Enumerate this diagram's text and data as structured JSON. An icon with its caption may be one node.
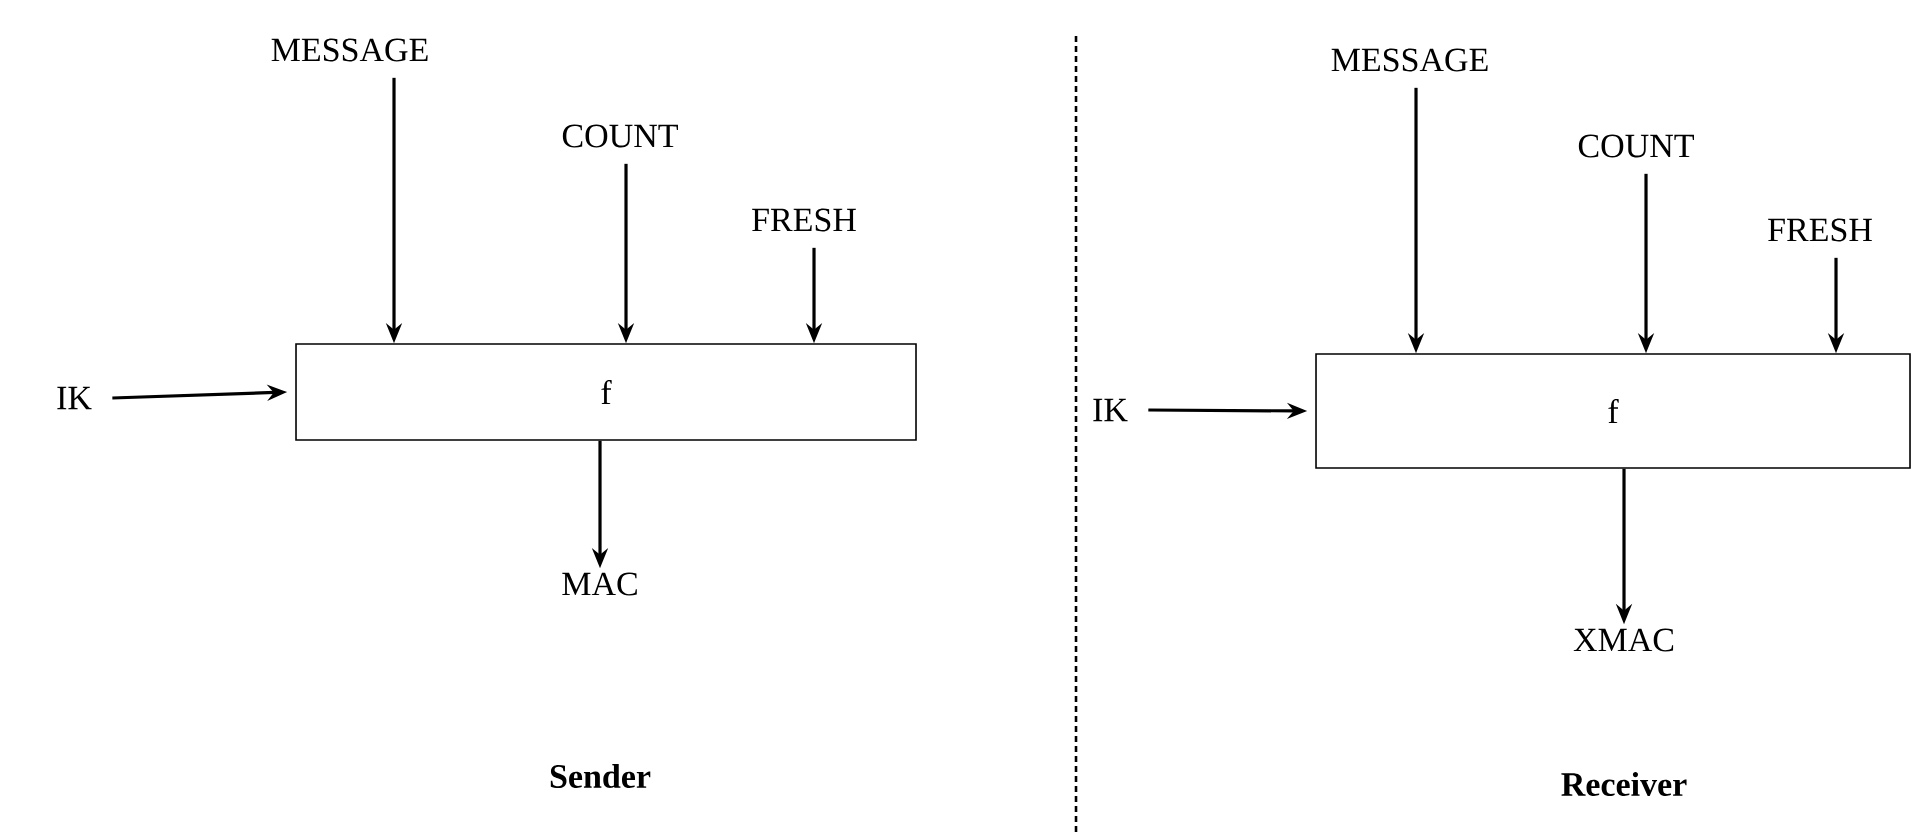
{
  "diagram": {
    "nodes": [
      {
        "text": [
          "MESSAGE"
        ]
      },
      {
        "text": [
          "COUNT"
        ]
      },
      {
        "text": [
          "FRESH"
        ]
      },
      {
        "text": [
          "IK"
        ]
      },
      {
        "text": [
          "f"
        ]
      },
      {
        "text": [
          "MAC"
        ]
      },
      {
        "text": [
          "MESSAGE"
        ]
      },
      {
        "text": [
          "COUNT"
        ]
      },
      {
        "text": [
          "FRESH"
        ]
      },
      {
        "text": [
          "IK"
        ]
      },
      {
        "text": [
          "f"
        ]
      },
      {
        "text": [
          "XMAC"
        ]
      }
    ],
    "edges": [
      {
        "from": 0,
        "to": 4,
        "arrow": "to"
      },
      {
        "from": 1,
        "to": 4,
        "arrow": "to"
      },
      {
        "from": 2,
        "to": 4,
        "arrow": "to"
      },
      {
        "from": 3,
        "to": 4,
        "arrow": "to"
      },
      {
        "from": 4,
        "to": 5,
        "arrow": "to"
      },
      {
        "from": 6,
        "to": 10,
        "arrow": "to"
      },
      {
        "from": 7,
        "to": 10,
        "arrow": "to"
      },
      {
        "from": 8,
        "to": 10,
        "arrow": "to"
      },
      {
        "from": 9,
        "to": 10,
        "arrow": "to"
      },
      {
        "from": 10,
        "to": 11,
        "arrow": "to"
      }
    ],
    "labels": [
      "Sender",
      "Receiver"
    ]
  }
}
